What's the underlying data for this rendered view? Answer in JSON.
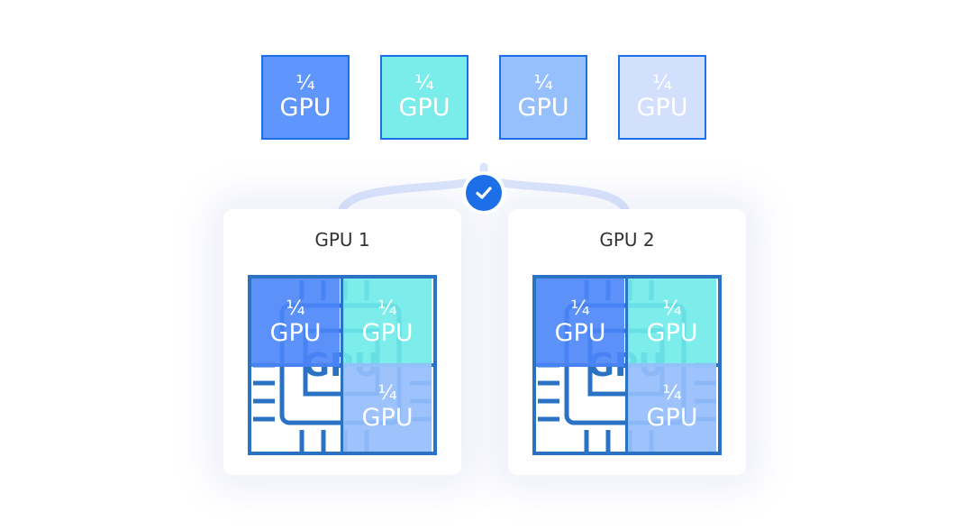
{
  "tiles": [
    {
      "fraction": "¼",
      "unit": "GPU",
      "color": "#5e96fd"
    },
    {
      "fraction": "¼",
      "unit": "GPU",
      "color": "#7aecea"
    },
    {
      "fraction": "¼",
      "unit": "GPU",
      "color": "#96c0fd"
    },
    {
      "fraction": "¼",
      "unit": "GPU",
      "color": "#d3e0fd"
    }
  ],
  "check_icon": "check-circle-icon",
  "cards": [
    {
      "title": "GPU 1",
      "slices": [
        {
          "fraction": "¼",
          "unit": "GPU"
        },
        {
          "fraction": "¼",
          "unit": "GPU"
        },
        {
          "fraction": "¼",
          "unit": "GPU"
        }
      ]
    },
    {
      "title": "GPU 2",
      "slices": [
        {
          "fraction": "¼",
          "unit": "GPU"
        },
        {
          "fraction": "¼",
          "unit": "GPU"
        },
        {
          "fraction": "¼",
          "unit": "GPU"
        }
      ]
    }
  ],
  "colors": {
    "accent": "#1d6fe8",
    "chip_line": "#2a72c4",
    "connector": "#dce6fb"
  }
}
